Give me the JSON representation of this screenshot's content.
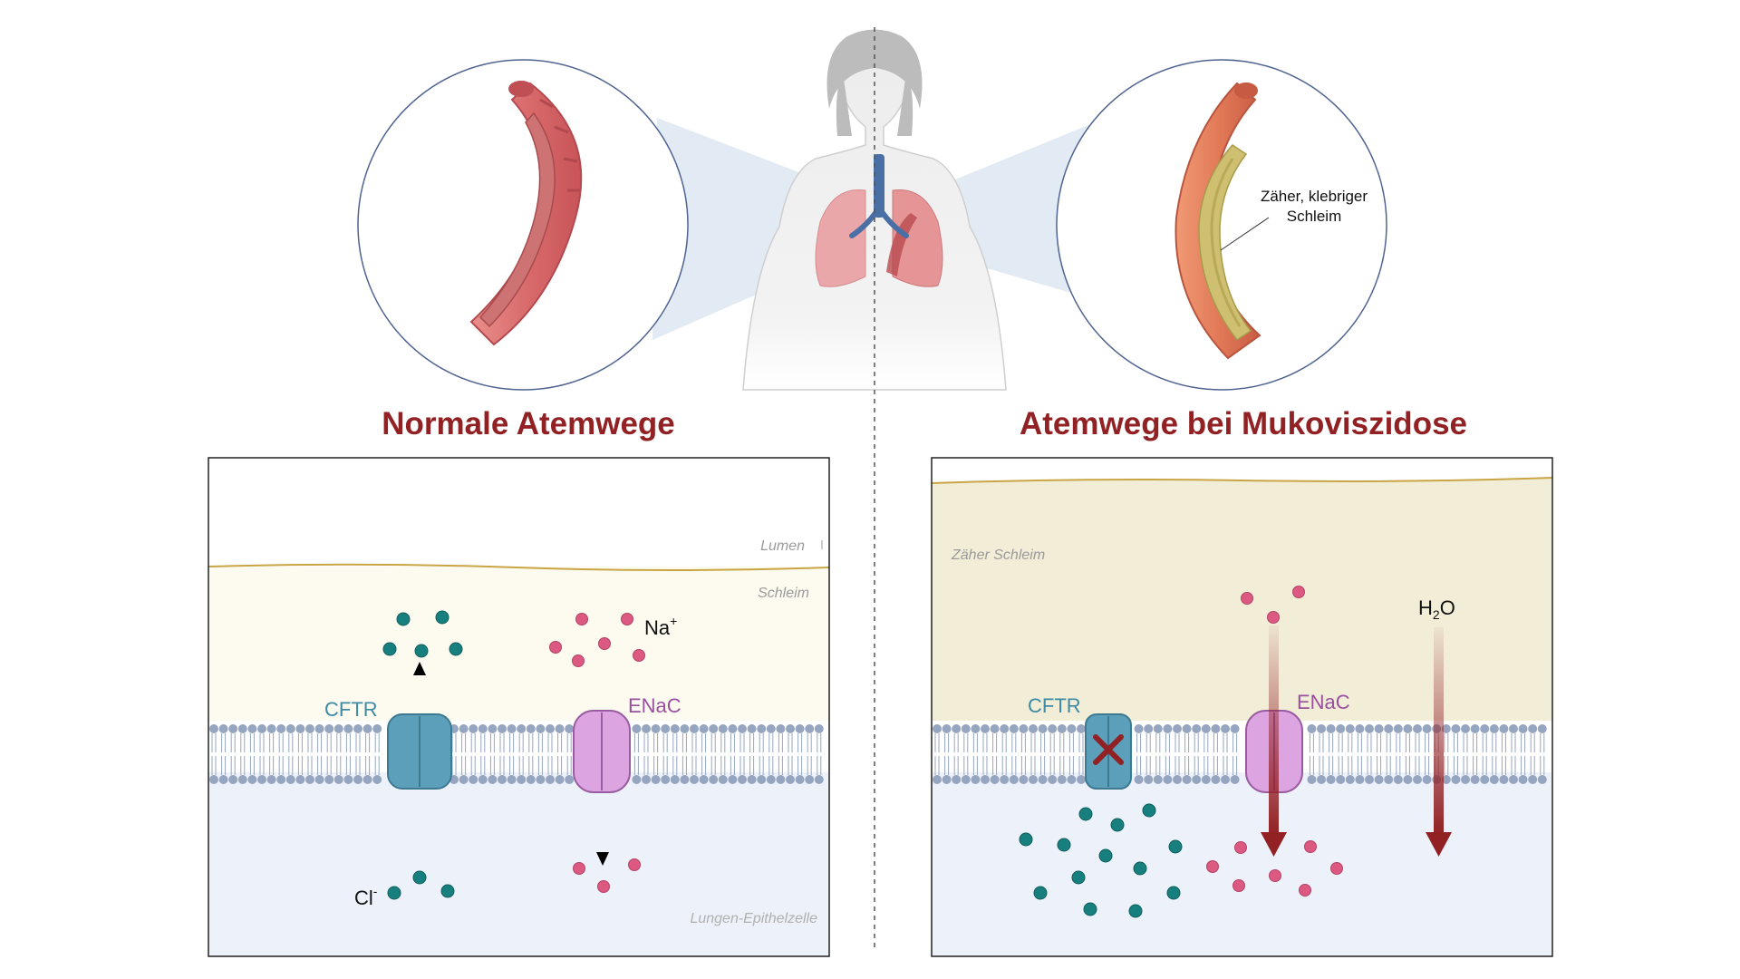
{
  "left_panel": {
    "title": "Normale Atemwege",
    "lumen_label": "Lumen",
    "mucus_label": "Schleim",
    "cell_label": "Lungen-Epithelzelle",
    "cftr_label": "CFTR",
    "enac_label": "ENaC",
    "chloride_label": "Cl",
    "chloride_sup": "-",
    "sodium_label": "Na",
    "sodium_sup": "+"
  },
  "right_panel": {
    "title": "Atemwege bei Mukoviszidose",
    "mucus_label": "Zäher Schleim",
    "cftr_label": "CFTR",
    "enac_label": "ENaC",
    "water_label_main": "H",
    "water_label_sub": "2",
    "water_label_end": "O"
  },
  "magnifier_right_label_line1": "Zäher, klebriger",
  "magnifier_right_label_line2": "Schleim",
  "colors": {
    "title": "#922124",
    "chloride": "#17807f",
    "sodium": "#dc5a82",
    "cftr": "#5b9fba",
    "enac": "#dca4e0",
    "arrow_red": "#922124",
    "mucus_normal": "#fdfaef",
    "mucus_cf": "#f1edd7",
    "cytoplasm": "#edf2fa",
    "membrane": "#96a6c0"
  }
}
